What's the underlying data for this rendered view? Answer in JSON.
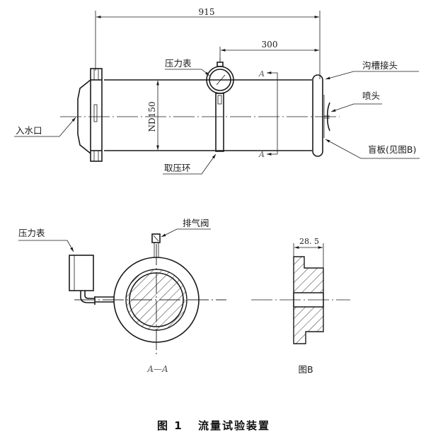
{
  "figure": {
    "caption_number": "图 1",
    "caption_title": "流量试验装置"
  },
  "side_view": {
    "dimensions": {
      "overall_length": "915",
      "gauge_to_end": "300",
      "nominal_diameter": "ND150"
    },
    "labels": {
      "pressure_gauge": "压力表",
      "water_inlet": "入水口",
      "pressure_ring": "取压环",
      "grooved_coupling": "沟槽接头",
      "nozzle": "喷头",
      "blind_plate": "盲板(见图B)"
    },
    "section_marker": "A"
  },
  "section_view": {
    "title": "A—A",
    "labels": {
      "pressure_gauge": "压力表",
      "vent_valve": "排气阀"
    }
  },
  "detail_b": {
    "title": "图B",
    "dimension": "28. 5"
  }
}
